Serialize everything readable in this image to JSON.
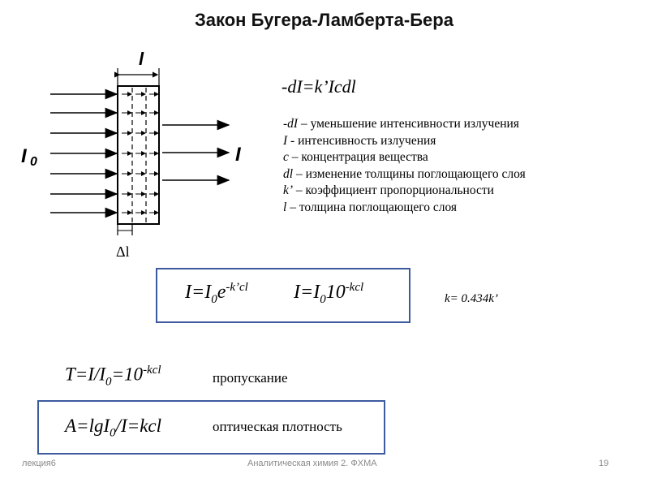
{
  "title": "Закон  Бугера-Ламберта-Бера",
  "diagram": {
    "label_l": "l",
    "label_i0": "I",
    "label_i0_sub": "0",
    "label_i": "I",
    "label_dl": "Δl"
  },
  "main_equation": "-dI=k’Icdl",
  "definitions": [
    {
      "term": "-dI",
      "text": " – уменьшение интенсивности излучения"
    },
    {
      "term": "I",
      "text": "  - интенсивность излучения"
    },
    {
      "term": "c",
      "text": " – концентрация вещества"
    },
    {
      "term": "dl",
      "text": " – изменение толщины поглощающего слоя"
    },
    {
      "term": "k’",
      "text": " – коэффициент пропорциональности"
    },
    {
      "term": "l",
      "text": " – толщина поглощающего слоя"
    }
  ],
  "eq1": {
    "a": "I=I",
    "sub": "0",
    "b": "e",
    "sup": "-k’cl"
  },
  "eq2": {
    "a": "I=I",
    "sub": "0",
    "b": "10",
    "sup": "-kcl"
  },
  "k_relation": "k= 0.434k’",
  "transmittance": {
    "a": "T=I/I",
    "sub": "0",
    "b": "=10",
    "sup": "-kcl",
    "label": "пропускание"
  },
  "absorbance": {
    "a": "A=lgI",
    "sub": "0",
    "b": "/I=kcl",
    "label": "оптическая плотность"
  },
  "footer": {
    "left": "лекция6",
    "center": "Аналитическая химия 2. ФХМА",
    "right": "19"
  }
}
